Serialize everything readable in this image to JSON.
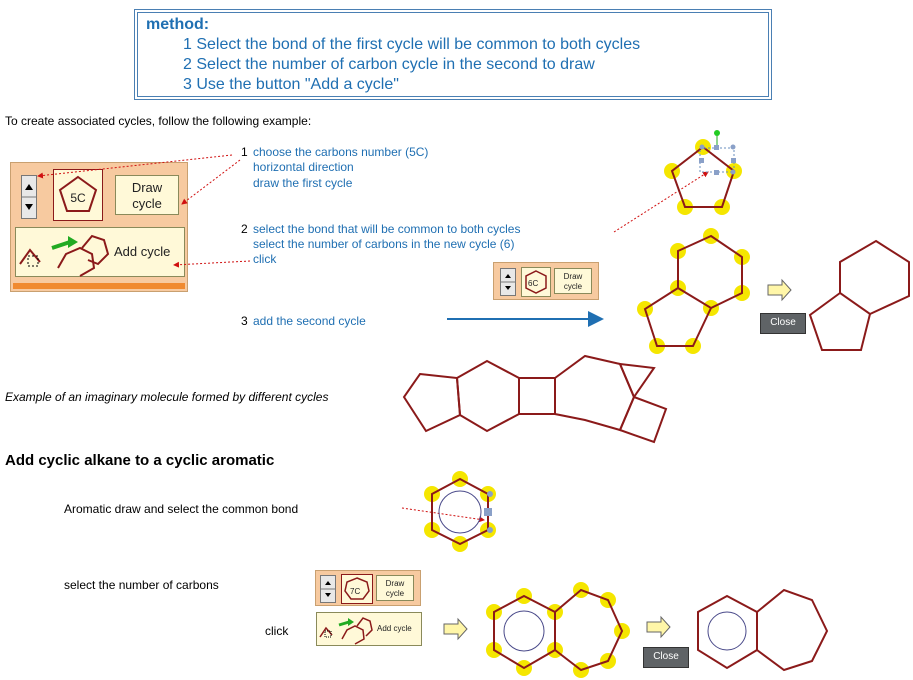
{
  "method": {
    "title": "method:",
    "steps": [
      "1 Select the bond of the first cycle will be common to both cycles",
      "2 Select the number of carbon cycle in the second to draw",
      "3 Use the button \"Add a cycle\""
    ]
  },
  "intro": "To create associated cycles, follow the following example:",
  "toolbar_large": {
    "carbons_value": "5C",
    "draw_cycle_label": "Draw cycle",
    "add_cycle_label": "Add cycle"
  },
  "instructions": {
    "step1_number": "1",
    "step1_lines": [
      "choose the carbons number (5C)",
      "horizontal direction",
      "draw the first cycle"
    ],
    "step2_number": "2",
    "step2_lines": [
      "select the bond that will be common to both cycles",
      "select the number of carbons in the new cycle (6)",
      "click"
    ],
    "step3_number": "3",
    "step3_text": "add the second cycle"
  },
  "toolbar_small_6": {
    "carbons_value": "6C",
    "draw_cycle_label": "Draw cycle"
  },
  "close_label": "Close",
  "example_text": "Example of an imaginary molecule formed by different cycles",
  "aromatic_section": {
    "heading": "Add cyclic alkane to a cyclic aromatic",
    "step_a": "Aromatic draw and select the common bond",
    "step_b": "select the number of carbons",
    "step_c": "click",
    "toolbar_7": {
      "carbons_value": "7C",
      "draw_cycle_label": "Draw cycle"
    },
    "add_cycle_label": "Add cycle",
    "close_label": "Close"
  },
  "colors": {
    "accent_blue": "#1f6fb2",
    "bond": "#8b1a1a",
    "highlight": "#f5e600",
    "panel": "#f7caa0"
  }
}
